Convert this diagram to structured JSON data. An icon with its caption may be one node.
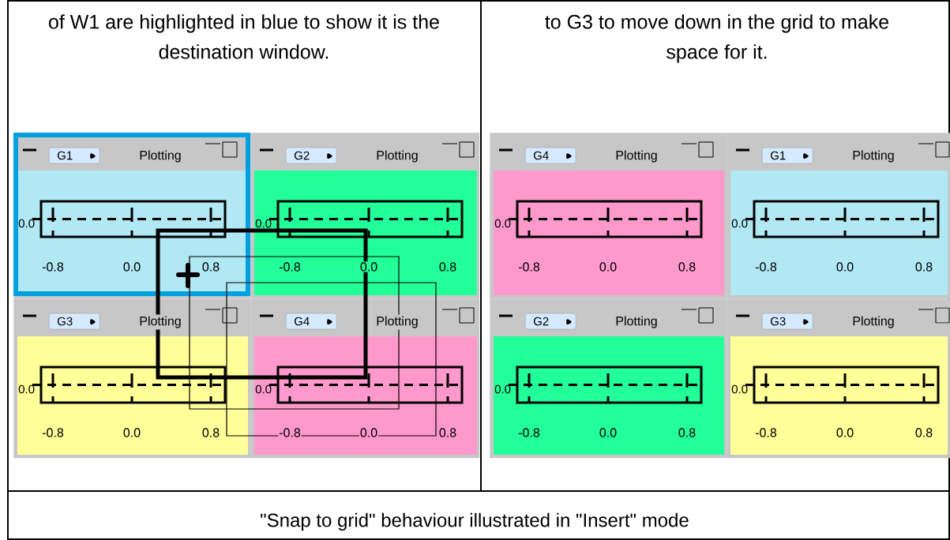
{
  "diagram": {
    "caption": "\"Snap to grid\" behaviour illustrated in \"Insert\" mode",
    "nodes": [
      {
        "text": [
          "G1",
          "Plotting",
          "0.0",
          "-0.8",
          "0.0",
          "0.8"
        ]
      },
      {
        "text": [
          "G2",
          "Plotting",
          "0.0",
          "-0.8",
          "0.0",
          "0.8"
        ]
      },
      {
        "text": [
          "G3",
          "Plotting",
          "0.0",
          "-0.8",
          "0.0",
          "0.8"
        ]
      },
      {
        "text": [
          "G4",
          "Plotting",
          "0.0",
          "-0.8",
          "0.0",
          "0.8"
        ]
      },
      {
        "text": [
          "G4",
          "Plotting",
          "0.0",
          "-0.8",
          "0.0",
          "0.8"
        ]
      },
      {
        "text": [
          "G1",
          "Plotting",
          "0.0",
          "-0.8",
          "0.0",
          "0.8"
        ]
      },
      {
        "text": [
          "G2",
          "Plotting",
          "0.0",
          "-0.8",
          "0.0",
          "0.8"
        ]
      },
      {
        "text": [
          "G3",
          "Plotting",
          "0.0",
          "-0.8",
          "0.0",
          "0.8"
        ]
      }
    ],
    "labels": [
      "of W1 are highlighted in blue to show it is the destination window.",
      "to G3 to move down in the grid to make space for it."
    ]
  }
}
